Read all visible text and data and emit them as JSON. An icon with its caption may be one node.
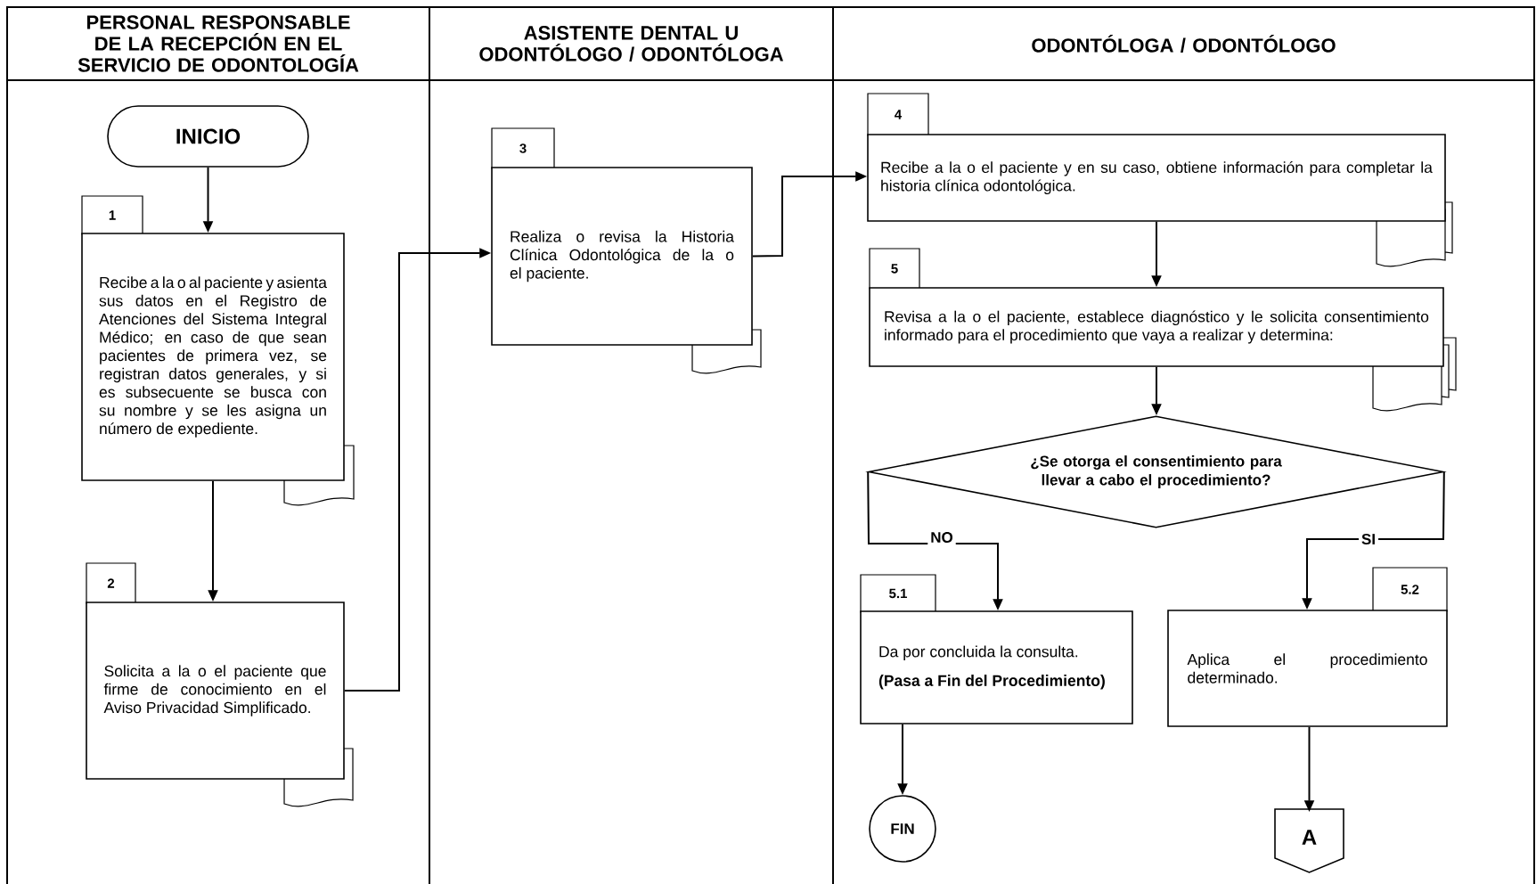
{
  "diagram": {
    "nodes": [
      {
        "text": [
          "PERSONAL RESPONSABLE DE LA RECEPCIÓN EN EL SERVICIO DE ODONTOLOGÍA"
        ]
      },
      {
        "text": [
          "ASISTENTE DENTAL U ODONTÓLOGO / ODONTÓLOGA"
        ]
      },
      {
        "text": [
          "ODONTÓLOGA / ODONTÓLOGO"
        ]
      },
      {
        "text": [
          "INICIO"
        ]
      },
      {
        "text": [
          "1",
          "Recibe a la o al paciente y asienta sus datos en el Registro de Atenciones del Sistema Integral Médico; en caso de que sean pacientes de primera vez, se registran datos generales, y si es subsecuente se busca con su nombre y se les asigna un número de expediente."
        ]
      },
      {
        "text": [
          "2",
          "Solicita a la o el paciente que firme de conocimiento en el Aviso Privacidad Simplificado."
        ]
      },
      {
        "text": [
          "3",
          "Realiza o revisa la Historia Clínica Odontológica de la o el paciente."
        ]
      },
      {
        "text": [
          "4",
          "Recibe a la o el paciente y en su caso, obtiene información para completar la historia clínica odontológica."
        ]
      },
      {
        "text": [
          "5",
          "Revisa a la o el paciente, establece diagnóstico y le solicita consentimiento informado para el procedimiento que vaya a realizar y determina:"
        ]
      },
      {
        "text": [
          "¿Se otorga el consentimiento para llevar a cabo el procedimiento?"
        ]
      },
      {
        "text": [
          "5.1",
          "Da por concluida la consulta.",
          "(Pasa a Fin del Procedimiento)"
        ]
      },
      {
        "text": [
          "5.2",
          "Aplica el procedimiento determinado."
        ]
      },
      {
        "text": [
          "FIN"
        ]
      },
      {
        "text": [
          "A"
        ]
      }
    ],
    "edges": [
      {
        "from": 3,
        "to": 4,
        "arrow": "to"
      },
      {
        "from": 4,
        "to": 5,
        "arrow": "to"
      },
      {
        "from": 5,
        "to": 6,
        "arrow": "to"
      },
      {
        "from": 6,
        "to": 7,
        "arrow": "to"
      },
      {
        "from": 7,
        "to": 8,
        "arrow": "to"
      },
      {
        "from": 8,
        "to": 9,
        "arrow": "to"
      },
      {
        "from": 9,
        "to": 10,
        "arrow": "to",
        "label": "NO"
      },
      {
        "from": 9,
        "to": 11,
        "arrow": "to",
        "label": "SI"
      },
      {
        "from": 10,
        "to": 12,
        "arrow": "to"
      },
      {
        "from": 11,
        "to": 13,
        "arrow": "to"
      }
    ]
  }
}
